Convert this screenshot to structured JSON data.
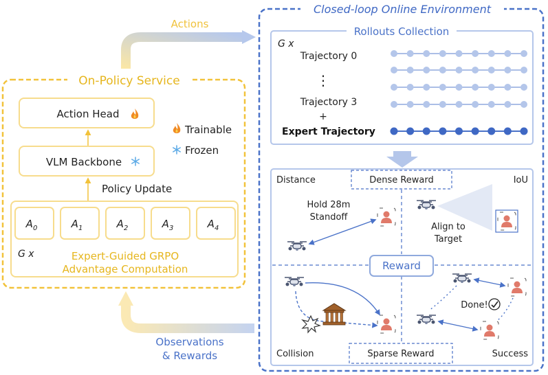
{
  "flow": {
    "actions_label": "Actions",
    "observations_label_line1": "Observations",
    "observations_label_line2": "& Rewards"
  },
  "on_policy": {
    "title": "On-Policy Service",
    "action_head": "Action Head",
    "vlm_backbone": "VLM Backbone",
    "policy_update": "Policy Update",
    "legend_trainable": "Trainable",
    "legend_frozen": "Frozen",
    "group_count": "G x",
    "advantages": [
      "A",
      "A",
      "A",
      "A",
      "A"
    ],
    "advantage_subscripts": [
      "0",
      "1",
      "2",
      "3",
      "4"
    ],
    "advantage_line1": "Expert-Guided GRPO",
    "advantage_line2": "Advantage Computation"
  },
  "environment": {
    "title": "Closed-loop Online Environment",
    "rollouts": {
      "title": "Rollouts Collection",
      "group_count": "G x",
      "trajectory_first": "Trajectory 0",
      "trajectory_ellipsis": "⋮",
      "trajectory_last": "Trajectory 3",
      "plus": "+",
      "expert": "Expert Trajectory"
    },
    "reward": {
      "center_label": "Reward",
      "dense_label": "Dense Reward",
      "sparse_label": "Sparse Reward",
      "distance": "Distance",
      "distance_note_line1": "Hold 28m",
      "distance_note_line2": "Standoff",
      "iou": "IoU",
      "iou_note_line1": "Align to",
      "iou_note_line2": "Target",
      "collision": "Collision",
      "success": "Success",
      "done": "Done!"
    }
  },
  "colors": {
    "gold": "#f2c23a",
    "gold_text": "#e6b61e",
    "blue": "#4a72c8",
    "light_blue": "#b4c6ea",
    "dark_blue": "#3f68c4",
    "box_border": "#f7dc8c",
    "red_person": "#e07a6a"
  }
}
